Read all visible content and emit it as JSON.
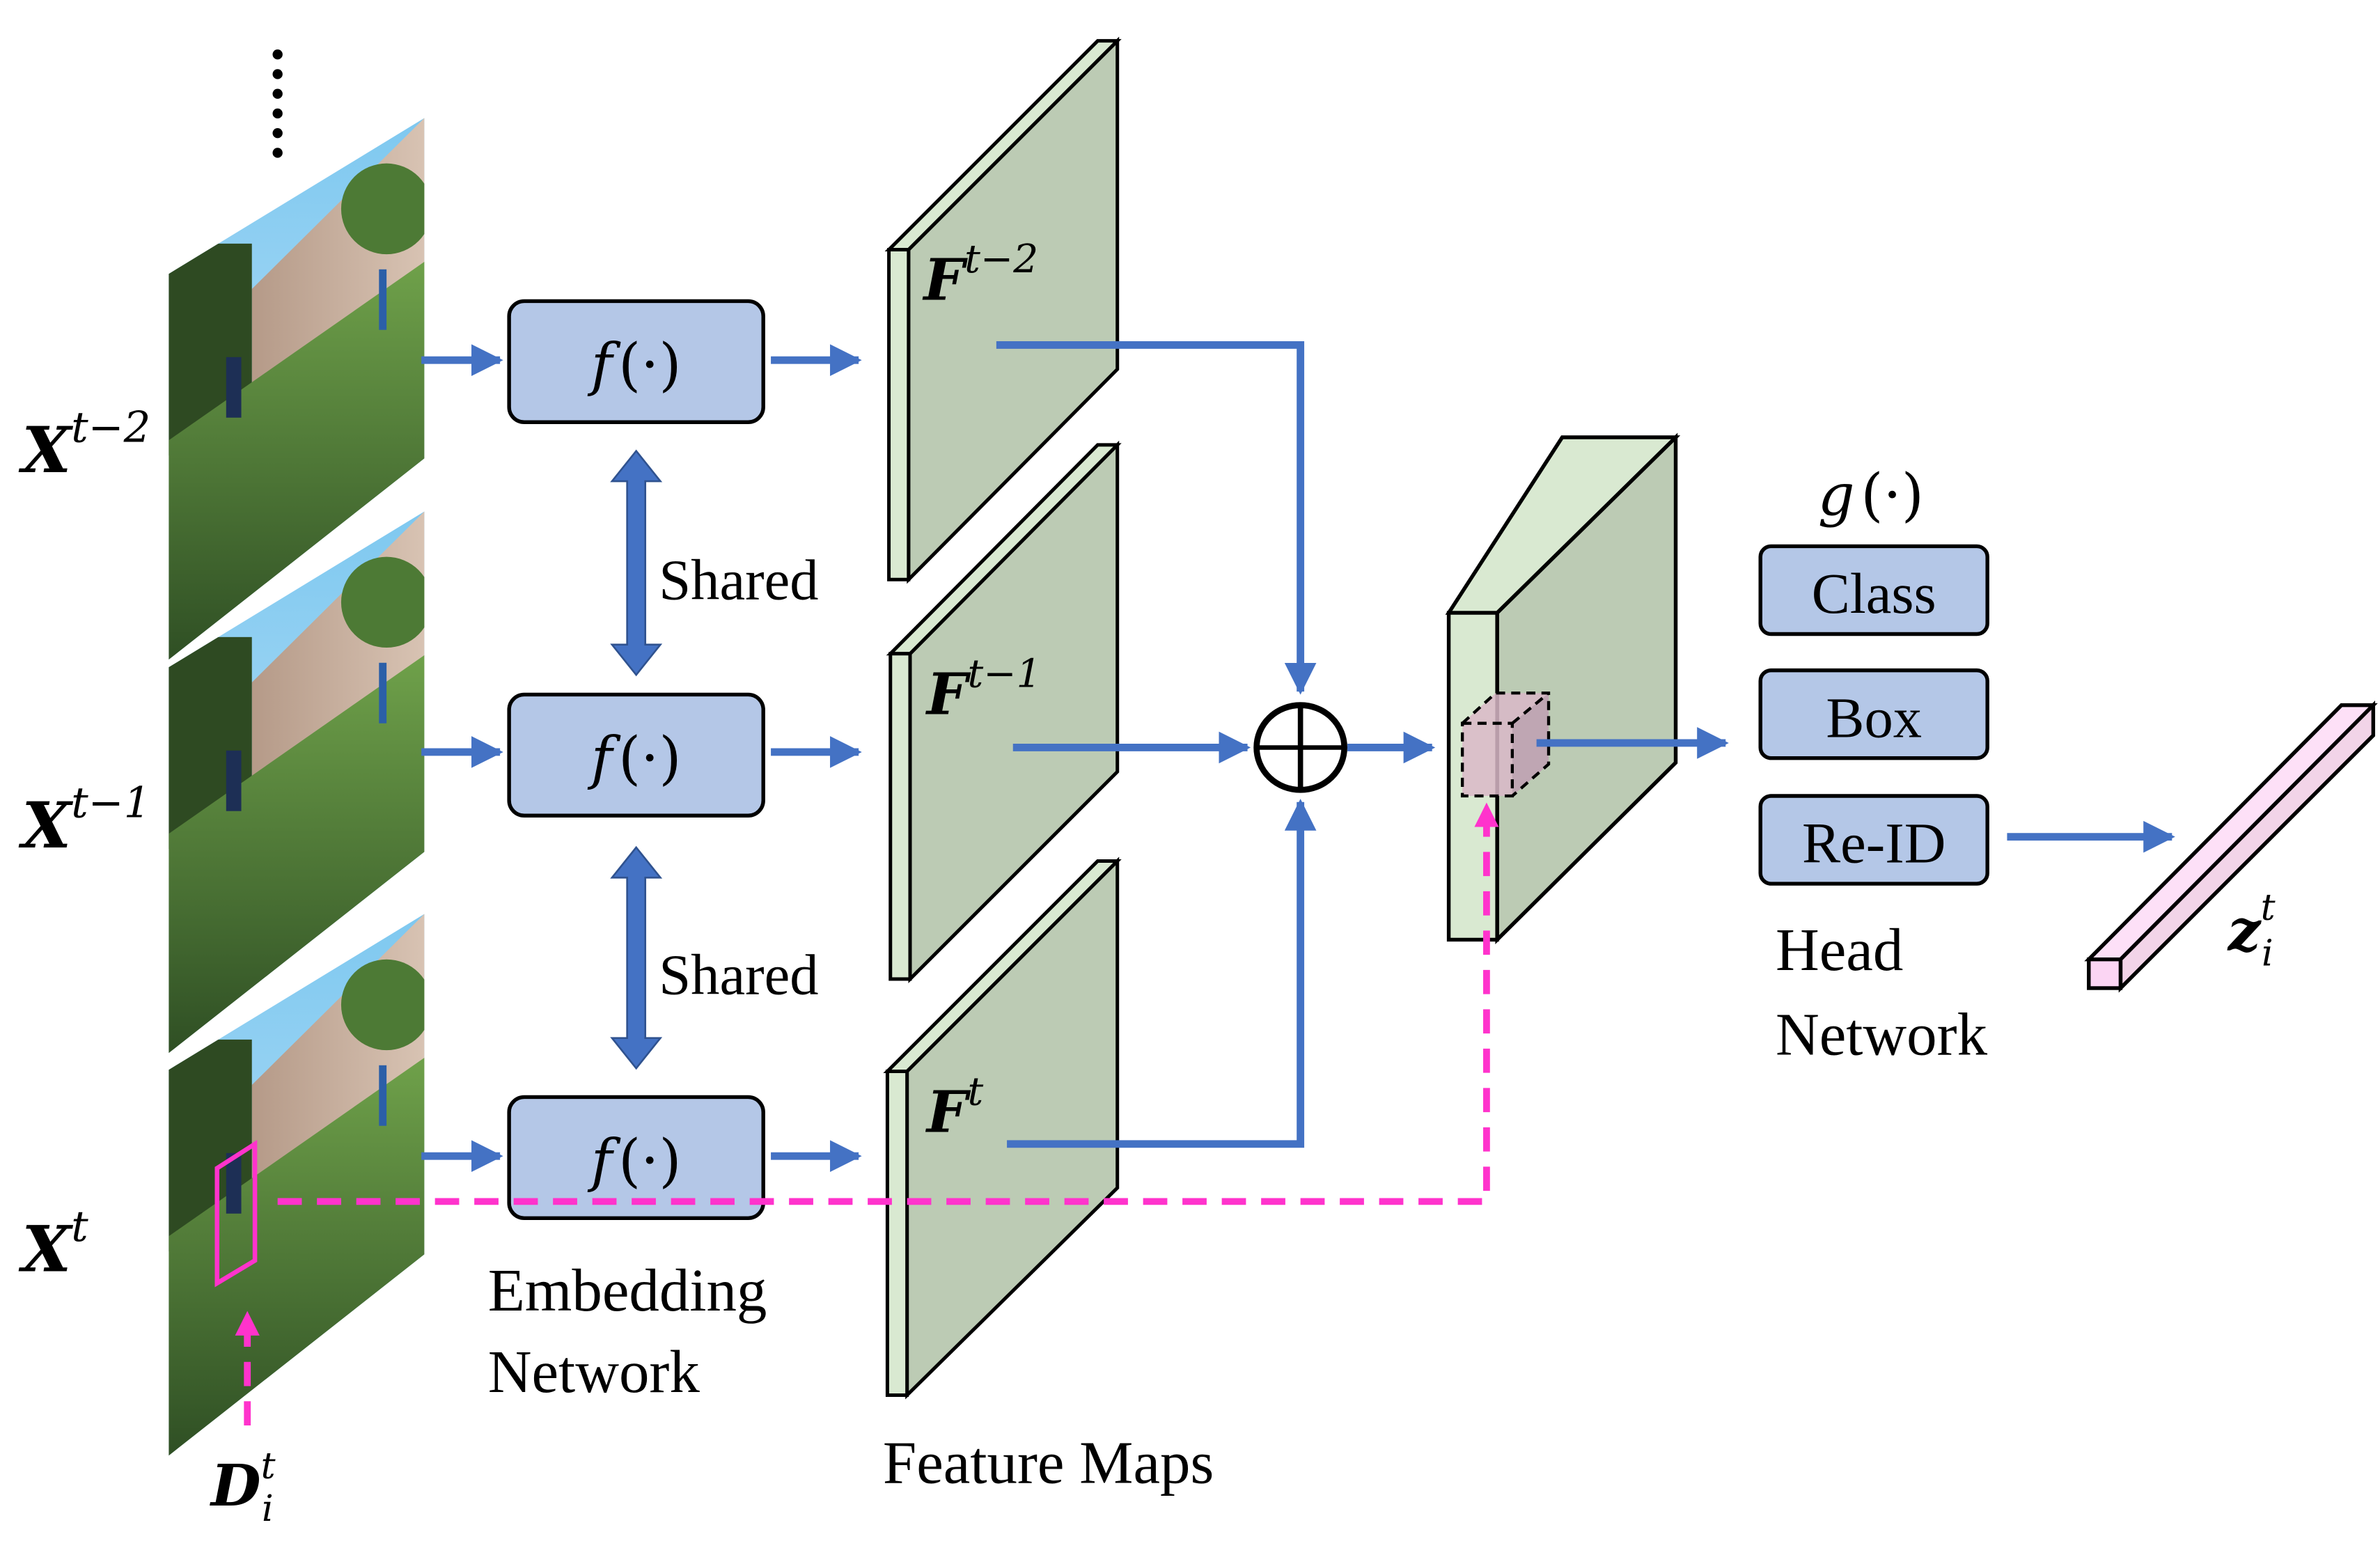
{
  "colors": {
    "arrow_blue": "#4472c4",
    "box_fill": "#b4c7e7",
    "map_front": "#bccbb4",
    "map_edge": "#d9e9d1",
    "detection_magenta": "#ff33cc",
    "vector_fill": "#fde0f7",
    "cube_fill": "#d9b9c8"
  },
  "input_frames": [
    {
      "label_base": "X",
      "label_sup": "t−2"
    },
    {
      "label_base": "X",
      "label_sup": "t−1"
    },
    {
      "label_base": "X",
      "label_sup": "t"
    }
  ],
  "ellipsis": "⋮",
  "embedding": {
    "box_label": "f(·)",
    "box_fn": "f",
    "box_arg": "(·)",
    "shared_label": "Shared",
    "title_line1": "Embedding",
    "title_line2": "Network"
  },
  "feature_maps": {
    "maps": [
      {
        "label_base": "F",
        "label_sup": "t−2"
      },
      {
        "label_base": "F",
        "label_sup": "t−1"
      },
      {
        "label_base": "F",
        "label_sup": "t"
      }
    ],
    "title": "Feature Maps"
  },
  "fusion": {
    "operator": "⊕"
  },
  "head": {
    "fn_label": "g(·)",
    "fn": "g",
    "arg": "(·)",
    "branches": [
      "Class",
      "Box",
      "Re-ID"
    ],
    "title_line1": "Head",
    "title_line2": "Network"
  },
  "detection": {
    "label_base": "D",
    "label_sup": "t",
    "label_sub": "i"
  },
  "output": {
    "label_base": "z",
    "label_sup": "t",
    "label_sub": "i"
  }
}
